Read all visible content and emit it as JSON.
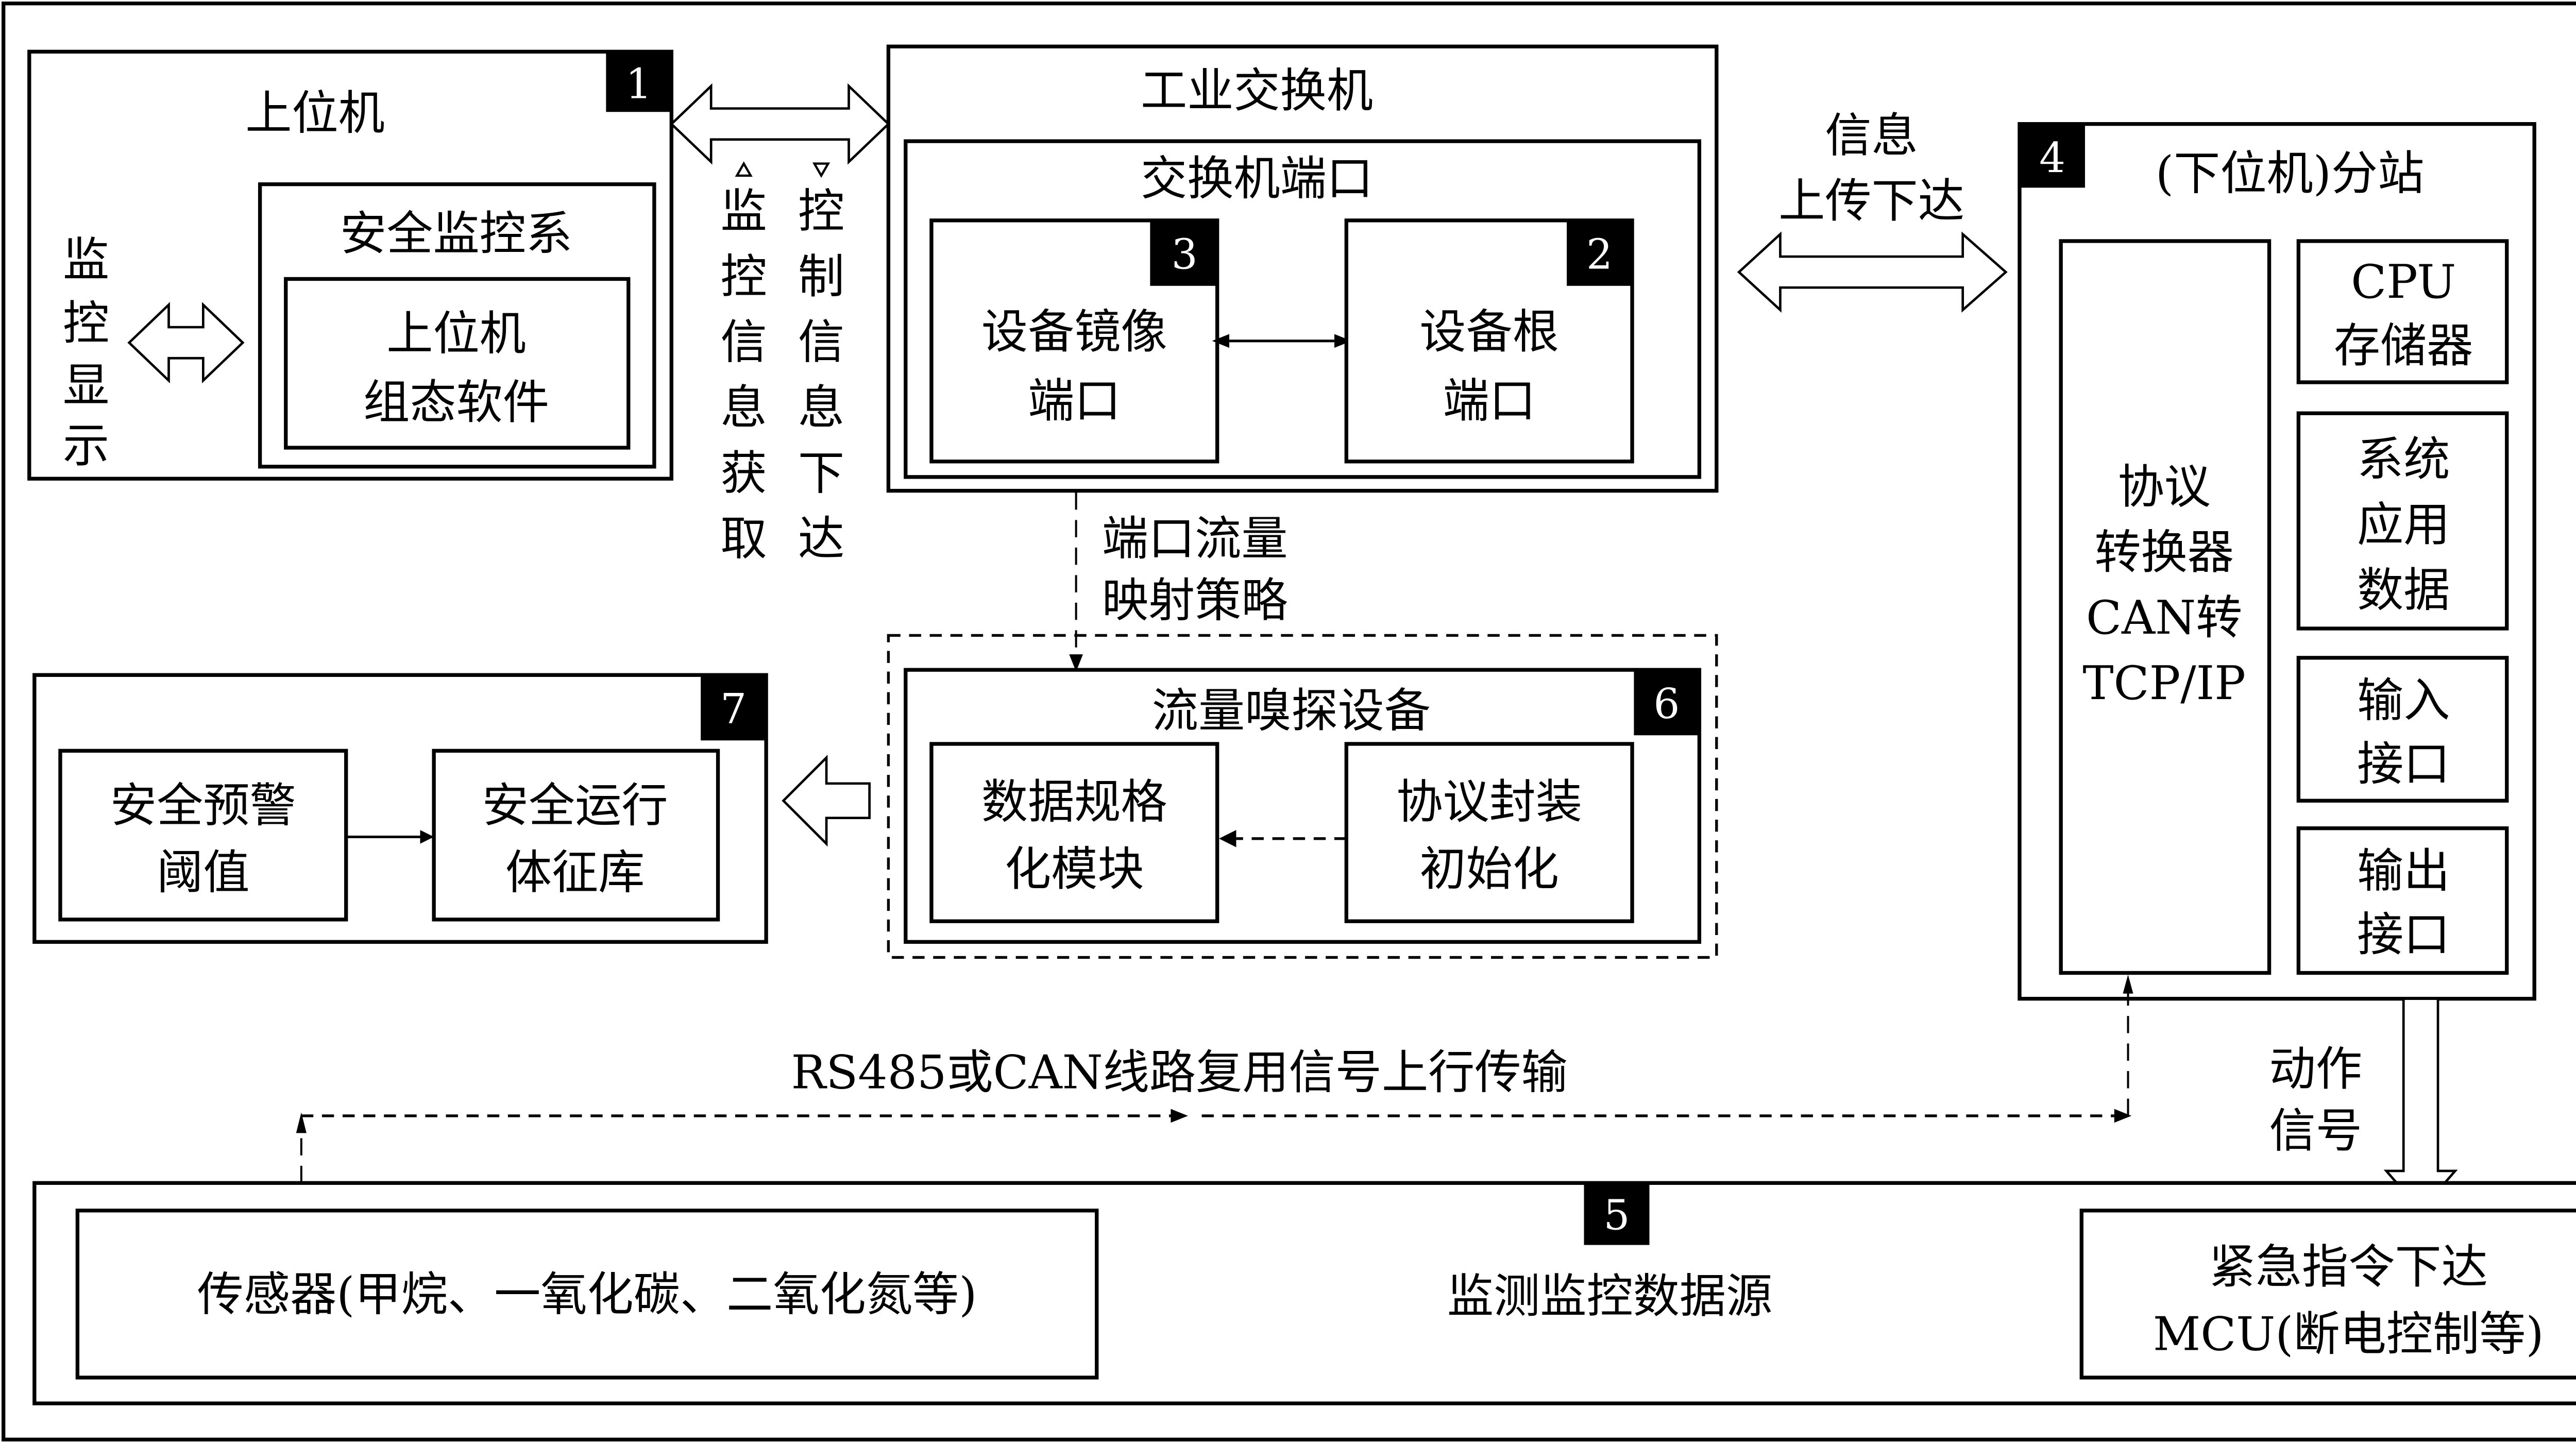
{
  "diagram": {
    "host": {
      "badge": "1",
      "title": "上位机",
      "monitor_display": [
        "监",
        "控",
        "显",
        "示"
      ],
      "safety_system": "安全监控系",
      "software": [
        "上位机",
        "组态软件"
      ]
    },
    "link_host_switch": {
      "left_label": [
        "监",
        "控",
        "信",
        "息",
        "获",
        "取"
      ],
      "right_label": [
        "控",
        "制",
        "信",
        "息",
        "下",
        "达"
      ]
    },
    "switch": {
      "title": "工业交换机",
      "ports_title": "交换机端口",
      "mirror_port": {
        "badge": "3",
        "lines": [
          "设备镜像",
          "端口"
        ]
      },
      "root_port": {
        "badge": "2",
        "lines": [
          "设备根",
          "端口"
        ]
      }
    },
    "link_switch_substation": {
      "lines": [
        "信息",
        "上传下达"
      ]
    },
    "substation": {
      "badge": "4",
      "title": "(下位机)分站",
      "converter": [
        "协议",
        "转换器",
        "CAN转",
        "TCP/IP"
      ],
      "modules": [
        {
          "lines": [
            "CPU",
            "存储器"
          ]
        },
        {
          "lines": [
            "系统",
            "应用",
            "数据"
          ]
        },
        {
          "lines": [
            "输入",
            "接口"
          ]
        },
        {
          "lines": [
            "输出",
            "接口"
          ]
        }
      ]
    },
    "mapping_policy": {
      "lines": [
        "端口流量",
        "映射策略"
      ]
    },
    "sniffer": {
      "badge": "6",
      "title": "流量嗅探设备",
      "normalize": [
        "数据规格",
        "化模块"
      ],
      "protocol_init": [
        "协议封装",
        "初始化"
      ]
    },
    "security_db": {
      "badge": "7",
      "threshold": [
        "安全预警",
        "阈值"
      ],
      "feature_db": [
        "安全运行",
        "体征库"
      ]
    },
    "uplink_label": "RS485或CAN线路复用信号上行传输",
    "action_signal": [
      "动作",
      "信号"
    ],
    "data_source": {
      "badge": "5",
      "title": "监测监控数据源",
      "sensors": "传感器(甲烷、一氧化碳、二氧化氮等)",
      "mcu": [
        "紧急指令下达",
        "MCU(断电控制等)"
      ]
    }
  }
}
